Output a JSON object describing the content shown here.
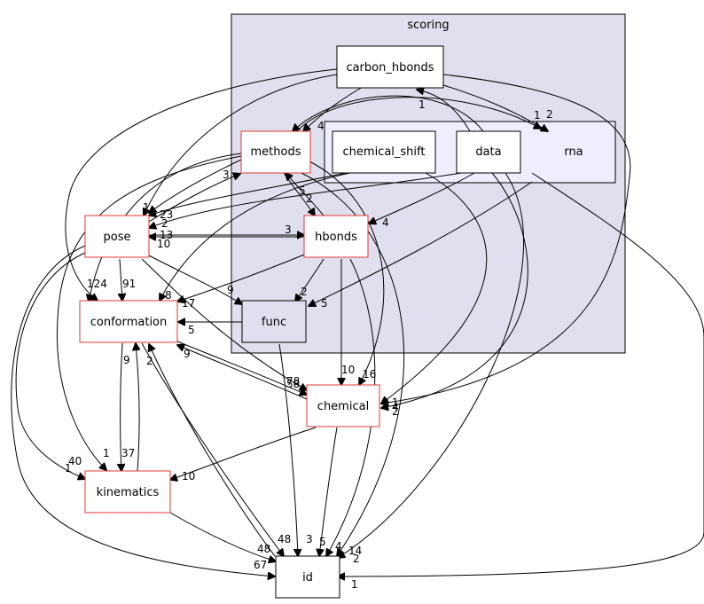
{
  "colors": {
    "cluster_fill": "#dfdfee",
    "cluster_stroke": "#000000",
    "rna_fill": "#eeeeff",
    "node_fill": "#ffffff",
    "node_stroke_red": "#e03a3a",
    "node_stroke_black": "#000000",
    "edge": "#000000"
  },
  "clusters": {
    "scoring": {
      "label": "scoring"
    }
  },
  "nodes": {
    "carbon_hbonds": {
      "label": "carbon_hbonds",
      "clickable": true
    },
    "methods": {
      "label": "methods",
      "clickable": true
    },
    "chemical_shift": {
      "label": "chemical_shift",
      "clickable": true
    },
    "data": {
      "label": "data",
      "clickable": true
    },
    "rna": {
      "label": "rna",
      "clickable": true
    },
    "pose": {
      "label": "pose",
      "clickable": true
    },
    "hbonds": {
      "label": "hbonds",
      "clickable": true
    },
    "conformation": {
      "label": "conformation",
      "clickable": true
    },
    "func": {
      "label": "func",
      "clickable": true
    },
    "chemical": {
      "label": "chemical",
      "clickable": true
    },
    "kinematics": {
      "label": "kinematics",
      "clickable": true
    },
    "id": {
      "label": "id",
      "clickable": true
    }
  },
  "edge_labels": {
    "e1": "1",
    "e2": "2",
    "e3": "1",
    "e4": "4",
    "e5": "3",
    "e6": "1",
    "e7": "23",
    "e8": "2",
    "e9": "13",
    "e10": "10",
    "e11": "3",
    "e12": "5",
    "e13": "2",
    "e14": "4",
    "e15": "124",
    "e16": "91",
    "e17": "8",
    "e18": "9",
    "e19": "17",
    "e20": "2",
    "e21": "5",
    "e22": "5",
    "e23": "9",
    "e24": "2",
    "e25": "9",
    "e26": "78",
    "e27": "58",
    "e28": "10",
    "e29": "16",
    "e30": "1",
    "e31": "4",
    "e32": "2",
    "e33": "40",
    "e34": "1",
    "e35": "1",
    "e36": "37",
    "e37": "10",
    "e38": "48",
    "e39": "48",
    "e40": "67",
    "e41": "3",
    "e42": "5",
    "e43": "4",
    "e44": "14",
    "e45": "2",
    "e46": "1"
  }
}
